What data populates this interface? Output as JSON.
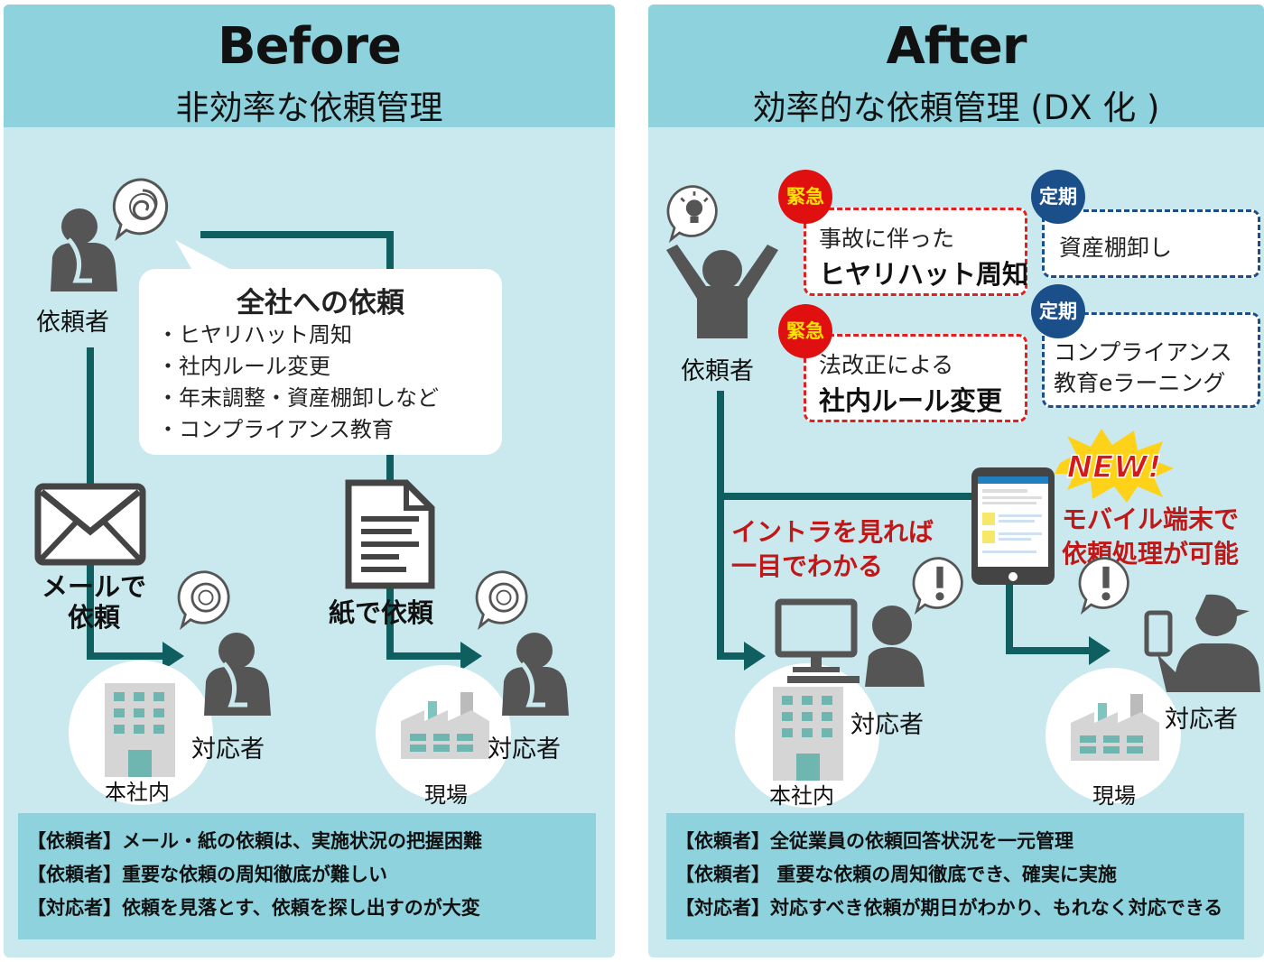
{
  "before": {
    "title": "Before",
    "subtitle": "非効率な依頼管理",
    "requester_label": "依頼者",
    "bubble_title": "全社への依頼",
    "bubble_items": [
      "・ヒヤリハット周知",
      "・社内ルール変更",
      "・年末調整・資産棚卸しなど",
      "・コンプライアンス教育"
    ],
    "mail_label_1": "メールで",
    "mail_label_2": "依頼",
    "paper_label": "紙で依頼",
    "responder_label_1": "対応者",
    "responder_label_2": "対応者",
    "hq_label": "本社内",
    "site_label": "現場",
    "info": [
      "【依頼者】メール・紙の依頼は、実施状況の把握困難",
      "【依頼者】重要な依頼の周知徹底が難しい",
      "【対応者】依頼を見落とす、依頼を探し出すのが大変"
    ]
  },
  "after": {
    "title": "After",
    "subtitle": "効率的な依頼管理 (DX 化 )",
    "requester_label": "依頼者",
    "urgent_tag": "緊急",
    "regular_tag": "定期",
    "card1_line1": "事故に伴った",
    "card1_line2": "ヒヤリハット周知",
    "card2_line1": "法改正による",
    "card2_line2": "社内ルール変更",
    "card3_line1": "資産棚卸し",
    "card4_line1": "コンプライアンス",
    "card4_line2": "教育eラーニング",
    "new_badge": "NEW!",
    "intranet_1": "イントラを見れば",
    "intranet_2": "一目でわかる",
    "mobile_1": "モバイル端末で",
    "mobile_2": "依頼処理が可能",
    "responder_label_1": "対応者",
    "responder_label_2": "対応者",
    "hq_label": "本社内",
    "site_label": "現場",
    "info": [
      "【依頼者】全従業員の依頼回答状況を一元管理",
      "【依頼者】 重要な依頼の周知徹底でき、確実に実施",
      "【対応者】対応すべき依頼が期日がわかり、もれなく対応できる"
    ]
  },
  "colors": {
    "panel_bg": "#c9e9ee",
    "header_bg": "#8ed2dd",
    "line": "#0f5f60",
    "icon_gray": "#555555",
    "urgent": "#e01010",
    "regular": "#1b4f8a",
    "highlight_text": "#c01818"
  }
}
